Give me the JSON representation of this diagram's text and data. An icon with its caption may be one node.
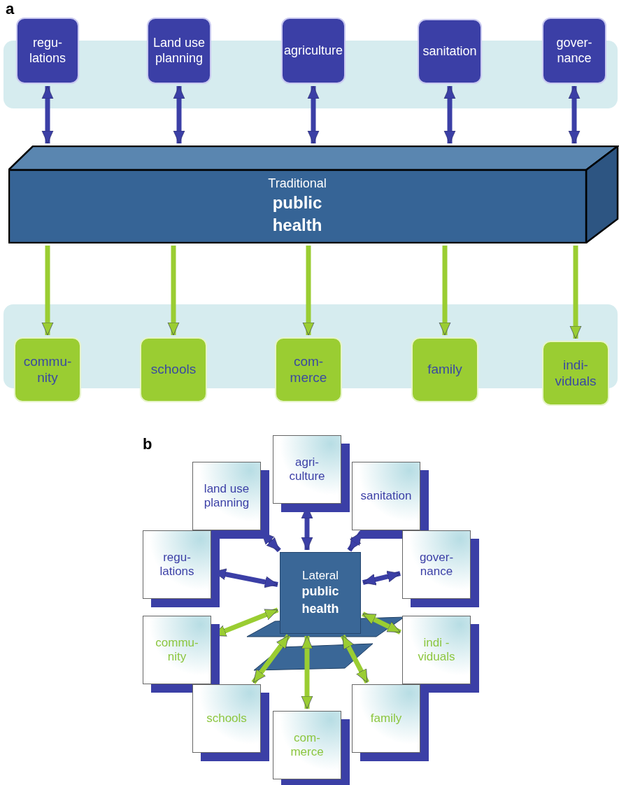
{
  "diagram": {
    "nodes": [
      {
        "text": [
          "regu- lations"
        ]
      },
      {
        "text": [
          "Land use planning"
        ]
      },
      {
        "text": [
          "agriculture"
        ]
      },
      {
        "text": [
          "sanitation"
        ]
      },
      {
        "text": [
          "gover- nance"
        ]
      },
      {
        "text": [
          "Traditional",
          "public health"
        ]
      },
      {
        "text": [
          "commu- nity"
        ]
      },
      {
        "text": [
          "schools"
        ]
      },
      {
        "text": [
          "com- merce"
        ]
      },
      {
        "text": [
          "family"
        ]
      },
      {
        "text": [
          "indi- viduals"
        ]
      },
      {
        "text": [
          "agri- culture"
        ]
      },
      {
        "text": [
          "land use planning"
        ]
      },
      {
        "text": [
          "sanitation"
        ]
      },
      {
        "text": [
          "regu- lations"
        ]
      },
      {
        "text": [
          "Lateral",
          "public health"
        ]
      },
      {
        "text": [
          "gover- nance"
        ]
      },
      {
        "text": [
          "commu- nity"
        ]
      },
      {
        "text": [
          "indi -viduals"
        ]
      },
      {
        "text": [
          "schools"
        ]
      },
      {
        "text": [
          "family"
        ]
      },
      {
        "text": [
          "com- merce"
        ]
      }
    ],
    "edges": [
      {
        "from": 0,
        "to": 5,
        "arrow": "both",
        "color": "#3b3fa6"
      },
      {
        "from": 1,
        "to": 5,
        "arrow": "both",
        "color": "#3b3fa6"
      },
      {
        "from": 2,
        "to": 5,
        "arrow": "both",
        "color": "#3b3fa6"
      },
      {
        "from": 3,
        "to": 5,
        "arrow": "both",
        "color": "#3b3fa6"
      },
      {
        "from": 4,
        "to": 5,
        "arrow": "both",
        "color": "#3b3fa6"
      },
      {
        "from": 5,
        "to": 6,
        "arrow": "to",
        "color": "#9acd32"
      },
      {
        "from": 5,
        "to": 7,
        "arrow": "to",
        "color": "#9acd32"
      },
      {
        "from": 5,
        "to": 8,
        "arrow": "to",
        "color": "#9acd32"
      },
      {
        "from": 5,
        "to": 9,
        "arrow": "to",
        "color": "#9acd32"
      },
      {
        "from": 5,
        "to": 10,
        "arrow": "to",
        "color": "#9acd32"
      },
      {
        "from": 15,
        "to": 11,
        "arrow": "both",
        "color": "#3b3fa6"
      },
      {
        "from": 15,
        "to": 12,
        "arrow": "both",
        "color": "#3b3fa6"
      },
      {
        "from": 15,
        "to": 13,
        "arrow": "both",
        "color": "#3b3fa6"
      },
      {
        "from": 15,
        "to": 14,
        "arrow": "both",
        "color": "#3b3fa6"
      },
      {
        "from": 15,
        "to": 16,
        "arrow": "both",
        "color": "#3b3fa6"
      },
      {
        "from": 15,
        "to": 17,
        "arrow": "both",
        "color": "#9acd32"
      },
      {
        "from": 15,
        "to": 18,
        "arrow": "both",
        "color": "#9acd32"
      },
      {
        "from": 15,
        "to": 19,
        "arrow": "both",
        "color": "#9acd32"
      },
      {
        "from": 15,
        "to": 20,
        "arrow": "both",
        "color": "#9acd32"
      },
      {
        "from": 15,
        "to": 21,
        "arrow": "both",
        "color": "#9acd32"
      }
    ],
    "labels": [
      "a",
      "b"
    ]
  }
}
